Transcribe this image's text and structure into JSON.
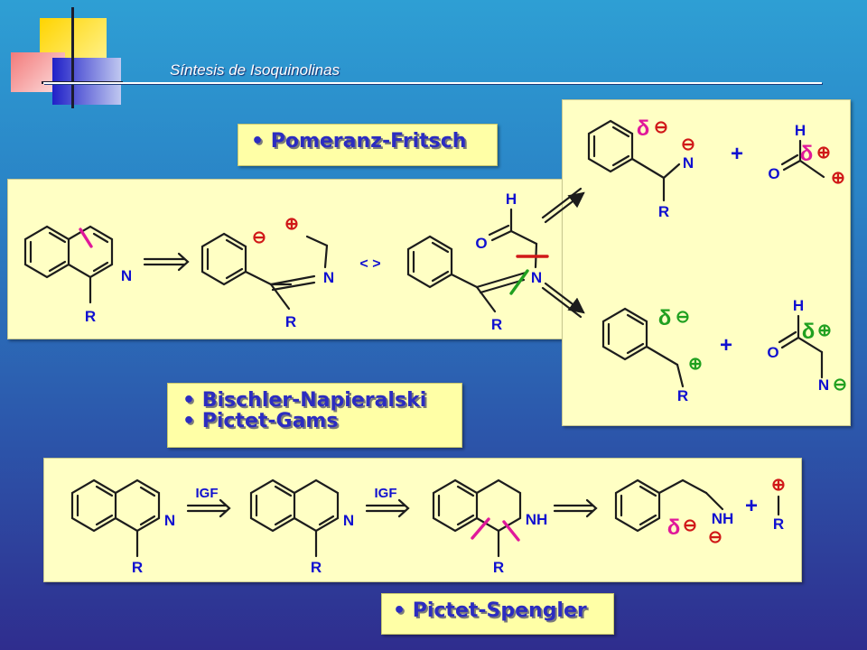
{
  "slide": {
    "title": "Síntesis de Isoquinolinas",
    "methods": {
      "pomeranz": "• Pomeranz-Fritsch",
      "bischler": "• Bischler-Napieralski",
      "pictet_gams": "• Pictet-Gams",
      "pictet_spengler": "• Pictet-Spengler"
    },
    "atoms": {
      "N": "N",
      "R": "R",
      "H": "H",
      "O": "O",
      "NH": "NH"
    },
    "symbols": {
      "delta": "δ",
      "minus": "⊖",
      "plus": "⊕",
      "plus_sign": "+",
      "resonance": "< >",
      "igf": "IGF"
    }
  },
  "colors": {
    "bond": "#1c1c1c",
    "atom": "#1010d0",
    "pink_cut": "#e0189a",
    "red_cut": "#d01818",
    "green_cut": "#20a020",
    "panel": "#ffffc4",
    "label_box": "#ffffa6",
    "label_text": "#2c2cc0"
  }
}
